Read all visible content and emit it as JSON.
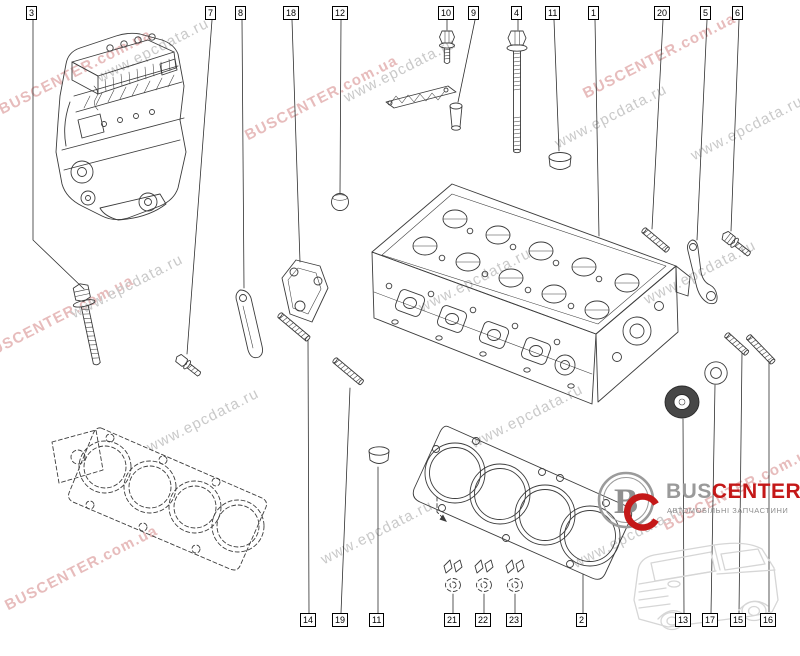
{
  "watermarks": {
    "epcdata": "www.epcdata.ru",
    "buscenter": "BUSCENTER.com.ua"
  },
  "callouts": {
    "top": [
      {
        "label": "3"
      },
      {
        "label": "7"
      },
      {
        "label": "8"
      },
      {
        "label": "18"
      },
      {
        "label": "12"
      },
      {
        "label": "10"
      },
      {
        "label": "9"
      },
      {
        "label": "4"
      },
      {
        "label": "11"
      },
      {
        "label": "1"
      },
      {
        "label": "20"
      },
      {
        "label": "5"
      },
      {
        "label": "6"
      }
    ],
    "bottom": [
      {
        "label": "14"
      },
      {
        "label": "19"
      },
      {
        "label": "11"
      },
      {
        "label": "21"
      },
      {
        "label": "22"
      },
      {
        "label": "23"
      },
      {
        "label": "2"
      },
      {
        "label": "13"
      },
      {
        "label": "17"
      },
      {
        "label": "15"
      },
      {
        "label": "16"
      }
    ]
  },
  "logo": {
    "monogram": "B",
    "brand_prefix": "BUS",
    "brand_suffix": "CENTER",
    "subtitle": "АВТОМОБІЛЬНІ ЗАПЧАСТИНИ"
  },
  "colors": {
    "watermark_red": "#e7bcbc",
    "watermark_gray": "#c9c9c9",
    "brand_red": "#c41818",
    "brand_gray": "#9a9a9a",
    "line": "#3c3c3c"
  }
}
